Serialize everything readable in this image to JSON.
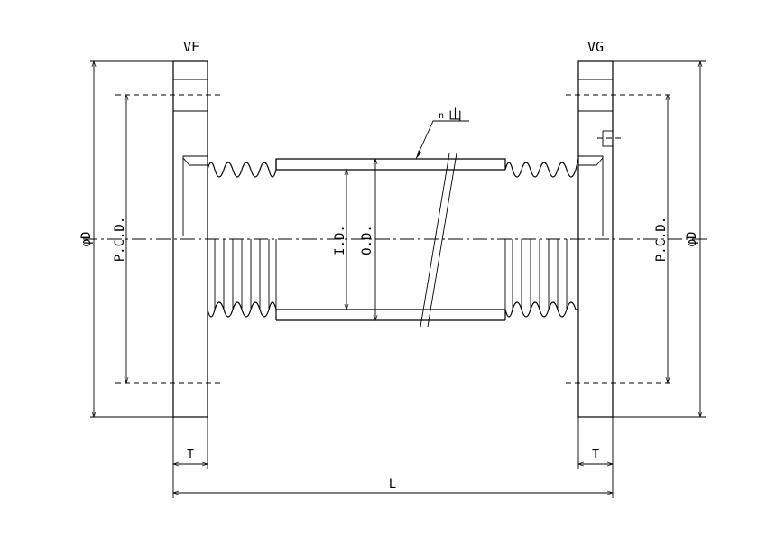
{
  "labels": {
    "flange_left": "VF",
    "flange_right": "VG",
    "phi_d": "φD",
    "pcd": "P.C.D.",
    "id": "I.D.",
    "od": "O.D.",
    "thickness": "T",
    "length": "L",
    "convolutions_n": "n",
    "convolutions_kanji": "山"
  }
}
